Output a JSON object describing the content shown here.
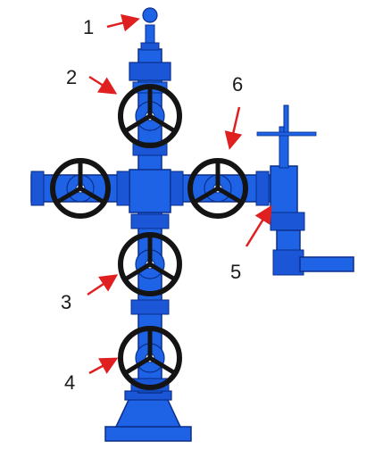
{
  "diagram": {
    "subject": "christmas-tree-wellhead",
    "colors": {
      "body": "#1e63e6",
      "body_dark": "#0b2f8a",
      "handwheel": "#141414",
      "arrow": "#e02020",
      "label": "#1a1a1a"
    },
    "callouts": [
      {
        "id": "1",
        "label": "1"
      },
      {
        "id": "2",
        "label": "2"
      },
      {
        "id": "3",
        "label": "3"
      },
      {
        "id": "4",
        "label": "4"
      },
      {
        "id": "5",
        "label": "5"
      },
      {
        "id": "6",
        "label": "6"
      }
    ]
  }
}
